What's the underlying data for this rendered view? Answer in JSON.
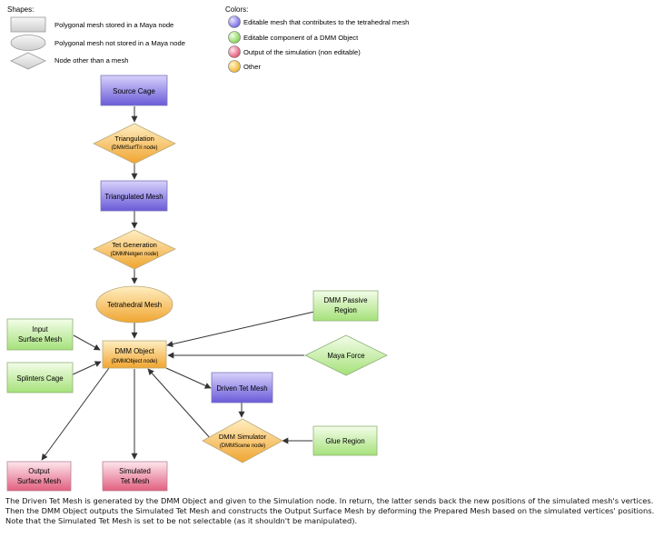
{
  "legend": {
    "shapes_title": "Shapes:",
    "shapes": [
      {
        "kind": "rectangle",
        "label": "Polygonal mesh stored in a Maya node"
      },
      {
        "kind": "ellipse",
        "label": "Polygonal mesh not stored in a Maya node"
      },
      {
        "kind": "diamond",
        "label": "Node other than a mesh"
      }
    ],
    "colors_title": "Colors:",
    "colors": [
      {
        "color": "#7b6fe0",
        "label": "Editable mesh that contributes to the tetrahedral mesh"
      },
      {
        "color": "#8fdc5c",
        "label": "Editable component of a DMM Object"
      },
      {
        "color": "#e8607a",
        "label": "Output of the simulation (non editable)"
      },
      {
        "color": "#f4c24a",
        "label": "Other"
      }
    ]
  },
  "nodes": {
    "source_cage": {
      "label": "Source Cage",
      "shape": "rectangle",
      "color": "purple"
    },
    "triangulation": {
      "label": "Triangulation",
      "sub": "(DMMSurfTri node)",
      "shape": "diamond",
      "color": "orange"
    },
    "triangulated_mesh": {
      "label": "Triangulated Mesh",
      "shape": "rectangle",
      "color": "purple"
    },
    "tet_generation": {
      "label": "Tet Generation",
      "sub": "(DMMNetgen node)",
      "shape": "diamond",
      "color": "orange"
    },
    "tetrahedral_mesh": {
      "label": "Tetrahedral Mesh",
      "shape": "ellipse",
      "color": "orange"
    },
    "dmm_passive_region": {
      "label_line1": "DMM Passive",
      "label_line2": "Region",
      "shape": "rectangle",
      "color": "green"
    },
    "input_surface_mesh": {
      "label_line1": "Input",
      "label_line2": "Surface Mesh",
      "shape": "rectangle",
      "color": "green"
    },
    "dmm_object": {
      "label": "DMM Object",
      "sub": "(DMMObject node)",
      "shape": "rectangle",
      "color": "orange"
    },
    "maya_force": {
      "label": "Maya Force",
      "shape": "diamond",
      "color": "green"
    },
    "splinters_cage": {
      "label": "Splinters Cage",
      "shape": "rectangle",
      "color": "green"
    },
    "driven_tet_mesh": {
      "label": "Driven Tet Mesh",
      "shape": "rectangle",
      "color": "purple"
    },
    "dmm_simulator": {
      "label": "DMM Simulator",
      "sub": "(DMMScene node)",
      "shape": "diamond",
      "color": "orange"
    },
    "glue_region": {
      "label": "Glue Region",
      "shape": "rectangle",
      "color": "green"
    },
    "output_surface_mesh": {
      "label_line1": "Output",
      "label_line2": "Surface Mesh",
      "shape": "rectangle",
      "color": "red"
    },
    "simulated_tet_mesh": {
      "label_line1": "Simulated",
      "label_line2": "Tet Mesh",
      "shape": "rectangle",
      "color": "red"
    }
  },
  "edges": [
    [
      "source_cage",
      "triangulation"
    ],
    [
      "triangulation",
      "triangulated_mesh"
    ],
    [
      "triangulated_mesh",
      "tet_generation"
    ],
    [
      "tet_generation",
      "tetrahedral_mesh"
    ],
    [
      "tetrahedral_mesh",
      "dmm_object"
    ],
    [
      "dmm_passive_region",
      "dmm_object"
    ],
    [
      "input_surface_mesh",
      "dmm_object"
    ],
    [
      "maya_force",
      "dmm_object"
    ],
    [
      "splinters_cage",
      "dmm_object"
    ],
    [
      "dmm_object",
      "driven_tet_mesh"
    ],
    [
      "driven_tet_mesh",
      "dmm_simulator"
    ],
    [
      "glue_region",
      "dmm_simulator"
    ],
    [
      "dmm_simulator",
      "dmm_object"
    ],
    [
      "dmm_object",
      "output_surface_mesh"
    ],
    [
      "dmm_object",
      "simulated_tet_mesh"
    ]
  ],
  "caption": {
    "line1": "The Driven Tet Mesh is generated by the DMM Object and given to the Simulation node. In return, the latter sends back the new positions of the simulated mesh's vertices.",
    "line2": "Then the DMM Object outputs the Simulated Tet Mesh and constructs the Output Surface Mesh by deforming the Prepared Mesh based on the simulated vertices' positions.",
    "line3": "Note that the Simulated Tet Mesh is set to be not selectable (as it shouldn't be manipulated)."
  }
}
